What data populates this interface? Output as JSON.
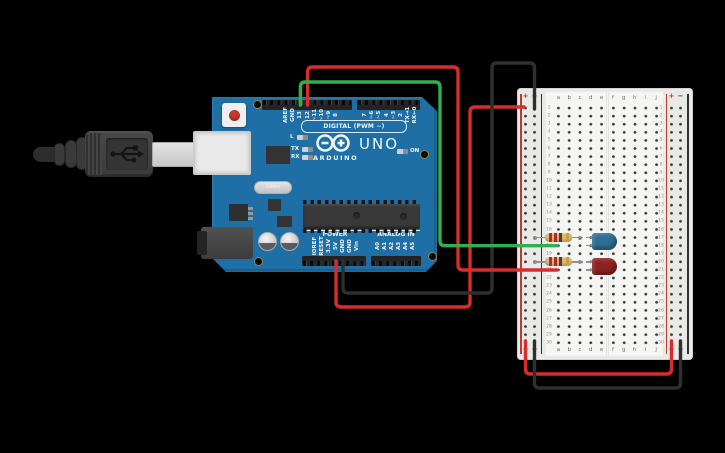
{
  "scene": {
    "background": "#000000",
    "description": "Arduino UNO and breadboard LED circuit"
  },
  "arduino": {
    "name": "Arduino Uno R3",
    "board_color": "#1d6fa5",
    "logo_text": "ARDUINO",
    "model_text": "UNO",
    "on_label": "ON",
    "led_labels": {
      "l": "L",
      "tx": "TX",
      "rx": "RX"
    },
    "digital_label": "DIGITAL (PWM ~)",
    "power_label": "POWER",
    "analog_label": "ANALOG IN",
    "crystal_label": "16MHz",
    "pins": {
      "digital_left": [
        "AREF",
        "GND",
        "13",
        "12",
        "~11",
        "~10",
        "~9",
        "8"
      ],
      "digital_right": [
        "7",
        "~6",
        "~5",
        "4",
        "~3",
        "2",
        "TX→1",
        "RX←0"
      ],
      "power": [
        "IOREF",
        "RESET",
        "3.3V",
        "5V",
        "GND",
        "GND",
        "Vin"
      ],
      "analog": [
        "A0",
        "A1",
        "A2",
        "A3",
        "A4",
        "A5"
      ]
    }
  },
  "breadboard": {
    "name": "Small breadboard",
    "column_letters": [
      "a",
      "b",
      "c",
      "d",
      "e",
      "f",
      "g",
      "h",
      "i",
      "j"
    ],
    "row_count": 30,
    "rail_positive_label": "+",
    "rail_negative_label": "−",
    "positive_color": "#c0392b",
    "negative_color": "#3a3a3a"
  },
  "components": {
    "usb_cable": {
      "name": "USB cable"
    },
    "led_blue": {
      "name": "Blue LED",
      "color": "#2d6f94",
      "anode_row": 18,
      "cathode_row": 17
    },
    "led_red": {
      "name": "Red LED",
      "color": "#8e2121",
      "anode_row": 21,
      "cathode_row": 20
    },
    "resistor": {
      "name": "Resistor",
      "body_color": "#d8b87e",
      "bands": [
        "#b32b24",
        "#b32b24",
        "#5d3a20",
        "#c9a23a"
      ],
      "placements": [
        "negative rail to c17",
        "negative rail to c20"
      ]
    }
  },
  "wires": {
    "green_signal": {
      "color": "#2eb04b",
      "from": "Arduino pin 13",
      "to": "breadboard a18"
    },
    "red_signal": {
      "color": "#d92c2c",
      "from": "Arduino pin 12",
      "to": "breadboard a21"
    },
    "red_power": {
      "color": "#d92c2c",
      "from": "Arduino 5V",
      "to": "breadboard left + rail"
    },
    "black_ground": {
      "color": "#2f2f2f",
      "from": "Arduino GND",
      "to": "breadboard left − rail"
    },
    "red_rail_jumper": {
      "color": "#d92c2c",
      "from": "left + rail bottom",
      "to": "right + rail bottom"
    },
    "black_rail_jumper": {
      "color": "#2f2f2f",
      "from": "left − rail bottom",
      "to": "right − rail bottom"
    }
  }
}
